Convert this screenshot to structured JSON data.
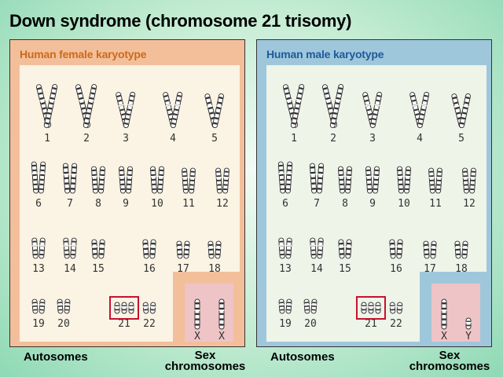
{
  "title": "Down syndrome (chromosome 21 trisomy)",
  "panels": {
    "female": {
      "title": "Human female karyotype",
      "pairs": [
        {
          "label": "1",
          "count": 2
        },
        {
          "label": "2",
          "count": 2
        },
        {
          "label": "3",
          "count": 2
        },
        {
          "label": "4",
          "count": 2
        },
        {
          "label": "5",
          "count": 2
        },
        {
          "label": "6",
          "count": 2
        },
        {
          "label": "7",
          "count": 2
        },
        {
          "label": "8",
          "count": 2
        },
        {
          "label": "9",
          "count": 2
        },
        {
          "label": "10",
          "count": 2
        },
        {
          "label": "11",
          "count": 2
        },
        {
          "label": "12",
          "count": 2
        },
        {
          "label": "13",
          "count": 2
        },
        {
          "label": "14",
          "count": 2
        },
        {
          "label": "15",
          "count": 2
        },
        {
          "label": "16",
          "count": 2
        },
        {
          "label": "17",
          "count": 2
        },
        {
          "label": "18",
          "count": 2
        },
        {
          "label": "19",
          "count": 2
        },
        {
          "label": "20",
          "count": 2
        },
        {
          "label": "21",
          "count": 3,
          "highlight": true
        },
        {
          "label": "22",
          "count": 2
        }
      ],
      "sex": [
        "X",
        "X"
      ]
    },
    "male": {
      "title": "Human male karyotype",
      "pairs": [
        {
          "label": "1",
          "count": 2
        },
        {
          "label": "2",
          "count": 2
        },
        {
          "label": "3",
          "count": 2
        },
        {
          "label": "4",
          "count": 2
        },
        {
          "label": "5",
          "count": 2
        },
        {
          "label": "6",
          "count": 2
        },
        {
          "label": "7",
          "count": 2
        },
        {
          "label": "8",
          "count": 2
        },
        {
          "label": "9",
          "count": 2
        },
        {
          "label": "10",
          "count": 2
        },
        {
          "label": "11",
          "count": 2
        },
        {
          "label": "12",
          "count": 2
        },
        {
          "label": "13",
          "count": 2
        },
        {
          "label": "14",
          "count": 2
        },
        {
          "label": "15",
          "count": 2
        },
        {
          "label": "16",
          "count": 2
        },
        {
          "label": "17",
          "count": 2
        },
        {
          "label": "18",
          "count": 2
        },
        {
          "label": "19",
          "count": 2
        },
        {
          "label": "20",
          "count": 2
        },
        {
          "label": "21",
          "count": 3,
          "highlight": true
        },
        {
          "label": "22",
          "count": 2
        }
      ],
      "sex": [
        "X",
        "Y"
      ]
    }
  },
  "labels": {
    "autosomes": "Autosomes",
    "sex_chromosomes_line1": "Sex",
    "sex_chromosomes_line2": "chromosomes"
  },
  "colors": {
    "highlight_border": "#c8102e"
  }
}
